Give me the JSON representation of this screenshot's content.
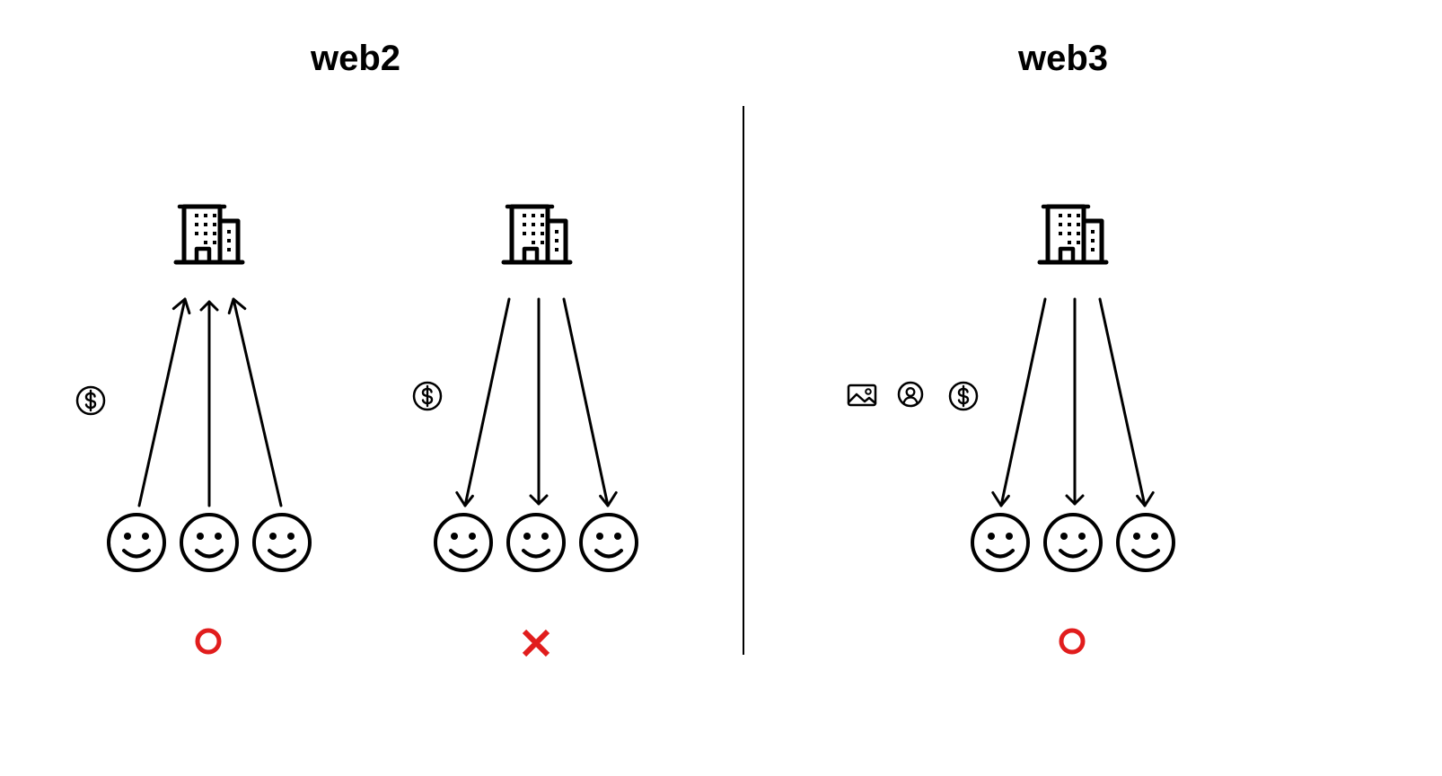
{
  "titles": {
    "left": "web2",
    "right": "web3"
  },
  "colors": {
    "ink": "#000000",
    "mark": "#e11d1d",
    "background": "#ffffff"
  },
  "panels": [
    {
      "id": "web2-pay",
      "section": "left",
      "icons": [
        "building-icon",
        "dollar-coin-icon",
        "smiley-face-icon",
        "smiley-face-icon",
        "smiley-face-icon"
      ],
      "flow_direction": "users-to-company",
      "result": "circle-mark"
    },
    {
      "id": "web2-share",
      "section": "left",
      "icons": [
        "building-icon",
        "dollar-coin-icon",
        "smiley-face-icon",
        "smiley-face-icon",
        "smiley-face-icon"
      ],
      "flow_direction": "company-to-users",
      "result": "cross-mark"
    },
    {
      "id": "web3-share",
      "section": "right",
      "icons": [
        "building-icon",
        "image-icon",
        "user-profile-icon",
        "dollar-coin-icon",
        "smiley-face-icon",
        "smiley-face-icon",
        "smiley-face-icon"
      ],
      "flow_direction": "company-to-users",
      "result": "circle-mark"
    }
  ]
}
